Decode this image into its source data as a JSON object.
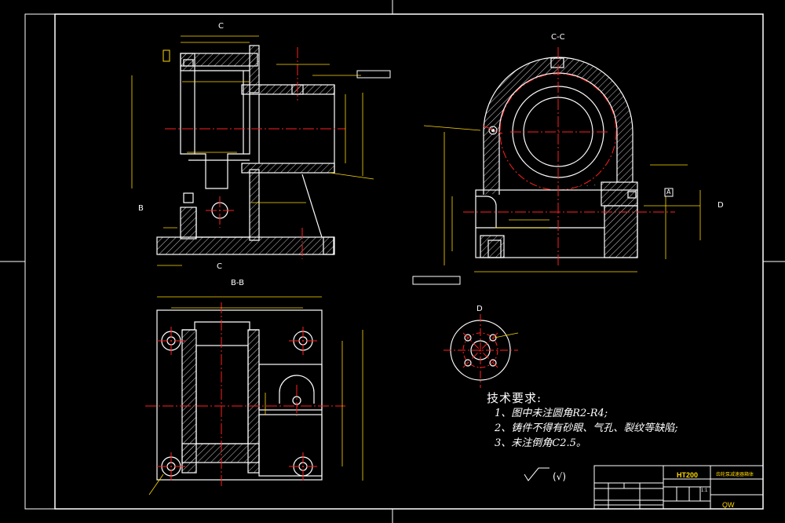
{
  "views": {
    "section_cc": "C-C",
    "section_bb": "B-B",
    "view_d": "D",
    "cut_c_top": "C",
    "cut_c_bottom": "C",
    "arrow_b": "B",
    "arrow_d": "D",
    "datum_a": "A"
  },
  "tech_requirements": {
    "title": "技术要求:",
    "items": [
      "1、图中未注圆角R2-R4;",
      "2、铸件不得有砂眼、气孔、裂纹等缺陷;",
      "3、未注倒角C2.5。"
    ]
  },
  "roughness_note": "(√)",
  "title_block": {
    "material": "HT200",
    "part_name": "齿轮泵减速器箱体",
    "drawing_code": "QW",
    "scale": "1:1"
  },
  "colors": {
    "outline": "#ffffff",
    "centerline": "#ff2020",
    "hatch": "#c8c8c8",
    "dimension": "#ffd800",
    "highlight": "#00ff66"
  }
}
